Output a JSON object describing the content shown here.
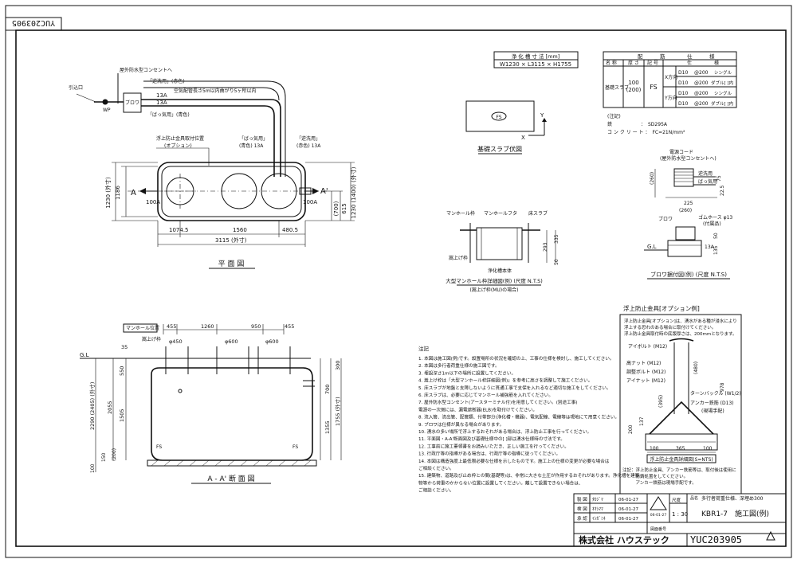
{
  "corner_code": "YUC203905",
  "purification_size": {
    "header": "浄 化 槽 寸 法 [mm]",
    "value": "W1230 × L3115 × H1755"
  },
  "slab_table": {
    "top": [
      "配",
      "筋",
      "仕",
      "様"
    ],
    "cols": [
      "名 称",
      "厚 さ",
      "記 号",
      "仕",
      "様"
    ],
    "name": "基礎スラブ",
    "thickness": "100",
    "thickness2": "(200)",
    "mark": "FS",
    "dir_x": "X方向",
    "dir_y": "Y方向",
    "rows": [
      {
        "bar": "D10",
        "pitch": "@200",
        "type": "シングル"
      },
      {
        "bar": "D10",
        "pitch": "@200",
        "type": "ダブル[ ]内"
      },
      {
        "bar": "D10",
        "pitch": "@200",
        "type": "シングル"
      },
      {
        "bar": "D10",
        "pitch": "@200",
        "type": "ダブル[ ]内"
      }
    ],
    "note_title": "(注記)",
    "note_steel": "鉄　　　　　　：　SD295A",
    "note_concrete": "コ ン ク リ ー ト ：　FC=21N/mm²"
  },
  "slab_plan": {
    "mark": "FS",
    "y": "Y",
    "x": "X",
    "caption": "基礎スラブ伏図"
  },
  "plan_view": {
    "outlet_box": "屋外防水型コンセントへ",
    "inlet_label": "引込口",
    "wp": "WP",
    "blower": "ブロワ",
    "air_pipe_note": "空気配管長さ5m以内曲がり5ヶ所以内",
    "pipe_13a_1": "13A",
    "pipe_13a_2": "13A",
    "aeration_label": "「逆洗用」(赤色)",
    "bubbling_label": "「ばっ気用」(青色)",
    "float_fitting": "浮上防止金具取付位置",
    "float_option": "(オプション)",
    "bubbling2": "「ばっ気用」",
    "blue13a": "(青色) 13A",
    "backwash2": "「逆洗用」",
    "red13a": "(赤色) 13A",
    "a_label": "A",
    "a_prime": "A'",
    "in_100a": "100A",
    "out_100a": "100A",
    "dim_1074": "1074.5",
    "dim_1560": "1560",
    "dim_480": "480.5",
    "dim_3115": "3115 (外寸)",
    "dim_1186": "1186",
    "dim_1230": "1230 (外寸)",
    "dim_right1": "1230 (1400) (外寸)",
    "dim_right2": "(700)",
    "dim_right3": "615",
    "caption": "平 面 図"
  },
  "manhole_detail": {
    "cover_label": "マンホール枠",
    "cover_lid": "マンホールフタ",
    "slab_label": "床スラブ",
    "raise_label": "嵩上げ枠",
    "tank_body": "浄化槽本体",
    "d293": "293",
    "d335": "335",
    "d50": "50",
    "caption": "大型マンホール枠詳細図(例) (尺度 N.T.S)",
    "sub": "(嵩上げ枠(MU)の場合)"
  },
  "blower_detail": {
    "cord": "電源コード",
    "to_outlet": "(屋外防水型コンセントへ)",
    "backwash": "逆洗用",
    "bubbling": "ばっ気用",
    "d260": "(260)",
    "d225": "225",
    "d260b": "(260)",
    "d75": "75",
    "d225b": "22.5",
    "blower": "ブロワ",
    "rubber_hose": "ゴムホース φ13",
    "attached": "(付属品)",
    "gl": "G.L",
    "a13": "13A",
    "d50": "50",
    "d135": "135",
    "caption": "ブロワ据付図(例) (尺度 N.T.S)"
  },
  "float_detail": {
    "title": "浮上防止金具[オプション例]",
    "desc1": "浮上防止金具[オプション]は、湧水がある種が浸水により",
    "desc2": "浮上する恐れのある場合に取付けてください。",
    "desc3": "浮上防止金具取付時の底版厚さは、200mmとなります。",
    "eyebolt": "アイボルト (M12)",
    "highnut": "高ナット (M12)",
    "adjbolt": "調整ボルト (M12)",
    "eyenut": "アイナット (M12)",
    "turnbuckle": "ターンバックル (W1/2)",
    "anchor": "アンカー鉄筋 (D13)",
    "anchor2": "(現場手配)",
    "d480": "(480)",
    "d978": "978",
    "d395": "(395)",
    "d137": "137",
    "d200": "200",
    "d100a": "100",
    "d365": "365",
    "d100b": "100",
    "caption": "浮上防止金具詳細図(S=NTS)",
    "note1": "注記：浮上防止金具、アンカー鉄筋等は、取付後は使用に",
    "note2": "　　　防錆処置をしてください。",
    "note3": "　　　アンカー鉄筋は現場手配です。"
  },
  "section_view": {
    "manhole_pos": "マンホール位置",
    "raise_frame": "嵩上げ枠",
    "phi450": "φ450",
    "phi600a": "φ600",
    "phi600b": "φ600",
    "d455a": "455",
    "d1260": "1260",
    "d950": "950",
    "d455b": "455",
    "gl": "G.L",
    "d35": "35",
    "d550": "550",
    "d2055": "2055",
    "d1505": "1505",
    "d2290": "2290 (2405) (外寸)",
    "d150": "150",
    "d100": "100",
    "d200": "(200)",
    "d300": "300",
    "d700": "700",
    "d1355": "1355",
    "d1755": "1755 (外寸)",
    "fs1": "FS",
    "fs2": "FS",
    "caption": "A - A' 断 面 図"
  },
  "notes": {
    "title": "注記",
    "lines": [
      "1. 本図は施工図(例)です。設置場所の状況を確認の上、工事の仕様を検討し、施工してください。",
      "2. 本図は多行者荷重仕様の施工図です。",
      "3. 埋設深さ1m以下の場所に設置してください。",
      "4. 嵩上げ枠は「大型マンホール枠詳細図(例)」を参考に高さを調整して施工ください。",
      "5. 床スラブが地盤と支障しないように貫通工事で支保を入れるなど適切な施工をしてください。",
      "6. 床スラブは、必要に応じてマンホール補強筋を入れてください。",
      "7. 屋外防水型コンセント(アースターミナル付)を用意してください。(別途工事)",
      "   電源の一次側には、漏電遮断器(ELB)を取付けてください。",
      "8. 流入管、流出管、配管類、付帯部分(浄化槽・機器)、電気配線、電線等は現地にて用意ください。",
      "9. ブロワは仕様が異なる場合があります。",
      "10. 湧水の多い場所で浮上するおそれがある場合は、浮上防止工事を行ってください。",
      "11. 平面図・A-A'断面図及び基礎仕様中の[ ]部は湧水仕様時の寸法です。",
      "12. 工事前に施工要領書をお読みいただき、正しい施工を行ってください。",
      "13. 行政庁等の指導がある場合は、行政庁等の指導に従ってください。",
      "14. 本図は構造強度上最低限必要な仕様を示したものです。施工上の仕様の変更が必要な場合は",
      "    ご相談ください。",
      "15. 建築物、道路及び止め枠との間(基礎等)は、非常に大きな土圧が作用するおそれがあります。浄化槽を建築",
      "    物等から荷重のかからない位置に設置してください。離して設置できない場合は、",
      "    ご相談ください。"
    ]
  },
  "title_block": {
    "r1": [
      "製 図",
      "ﾀｶｼﾞﾏ",
      "06-01-27"
    ],
    "r2": [
      "検 図",
      "ｵｵｼﾏﾏ",
      "06-01-27"
    ],
    "r3": [
      "承 認",
      "ｲｼｶﾞﾐﾈ",
      "06-01-27"
    ],
    "stamp_date": "06-01-27",
    "scale_label": "尺度",
    "scale": "1 : 30",
    "name_label": "品名",
    "subtitle": "多行者荷重仕様、深埋め300",
    "model": "KBR1-7　施工図(例)",
    "drawing_no_label": "図面番号",
    "drawing_no": "YUC203905",
    "company": "株式会社 ハウステック"
  }
}
